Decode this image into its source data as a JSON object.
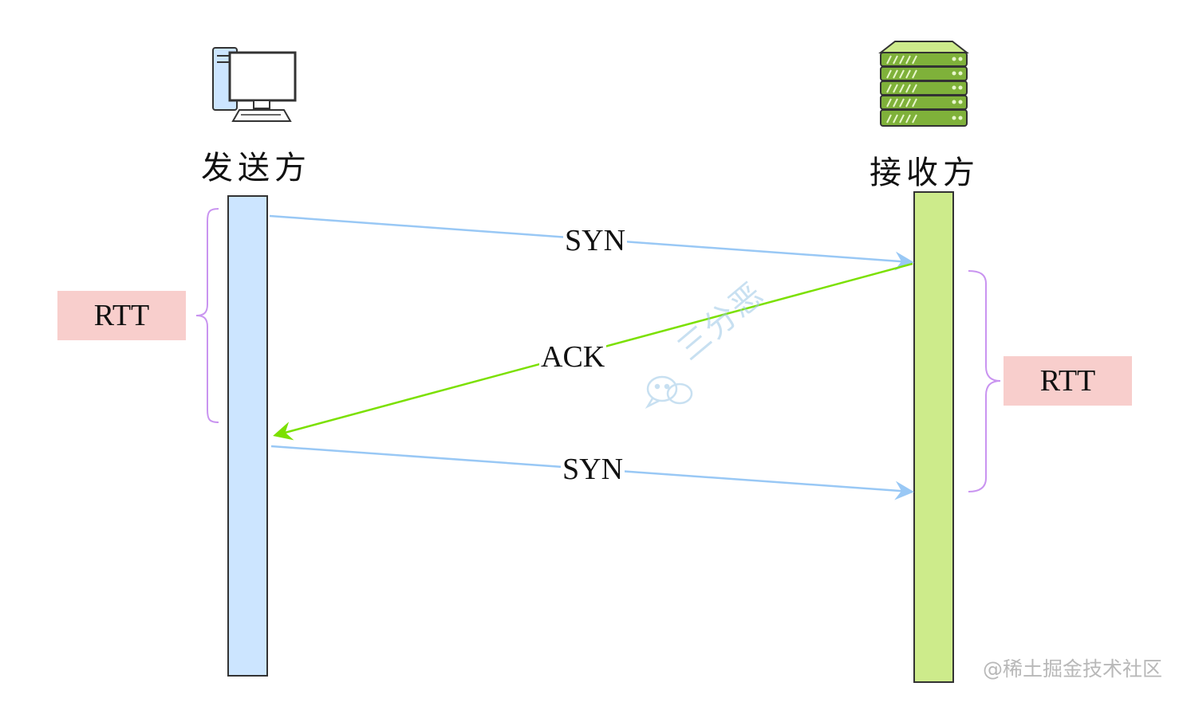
{
  "sender": {
    "label": "发送方",
    "icon": "desktop-computer-icon",
    "lifeline_color": "#cce5ff"
  },
  "receiver": {
    "label": "接收方",
    "icon": "server-rack-icon",
    "lifeline_color": "#cdeb8b"
  },
  "messages": [
    {
      "label": "SYN",
      "from": "sender",
      "to": "receiver",
      "color": "#99c8f5"
    },
    {
      "label": "ACK",
      "from": "receiver",
      "to": "sender",
      "color": "#7be000"
    },
    {
      "label": "SYN",
      "from": "sender",
      "to": "receiver",
      "color": "#99c8f5"
    }
  ],
  "rtt_left": {
    "label": "RTT",
    "color": "#f8cecc"
  },
  "rtt_right": {
    "label": "RTT",
    "color": "#f8cecc"
  },
  "brace_color": "#c994f0",
  "watermark": {
    "text": "三分恶",
    "icon": "wechat-icon"
  },
  "footer": {
    "text": "@稀土掘金技术社区"
  }
}
